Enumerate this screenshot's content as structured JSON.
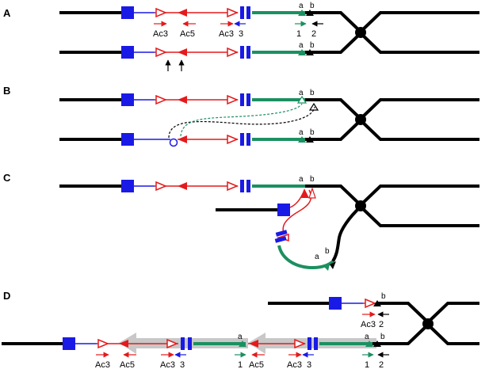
{
  "panels": {
    "A": {
      "label": "A",
      "primers_top": [
        "Ac3",
        "Ac5",
        "Ac3",
        "3",
        "1",
        "2"
      ],
      "sites": [
        "a",
        "b"
      ]
    },
    "B": {
      "label": "B",
      "sites": [
        "a",
        "b"
      ]
    },
    "C": {
      "label": "C",
      "sites": [
        "a",
        "b"
      ]
    },
    "D": {
      "label": "D",
      "upper_labels": [
        "b",
        "Ac3",
        "2"
      ],
      "lower_labels": [
        "Ac3",
        "Ac5",
        "Ac3",
        "3",
        "1",
        "Ac5",
        "Ac3",
        "3",
        "1",
        "2"
      ],
      "sites": [
        "a",
        "a",
        "b"
      ]
    }
  },
  "colors": {
    "chromosome": "#000000",
    "gene_box": "#1a1ae6",
    "transposon": "#e41a1c",
    "green_segment": "#1b9060",
    "gray_arrow": "#c8c8c8",
    "primer_blue": "#1a1ae6",
    "primer_black": "#000000"
  }
}
